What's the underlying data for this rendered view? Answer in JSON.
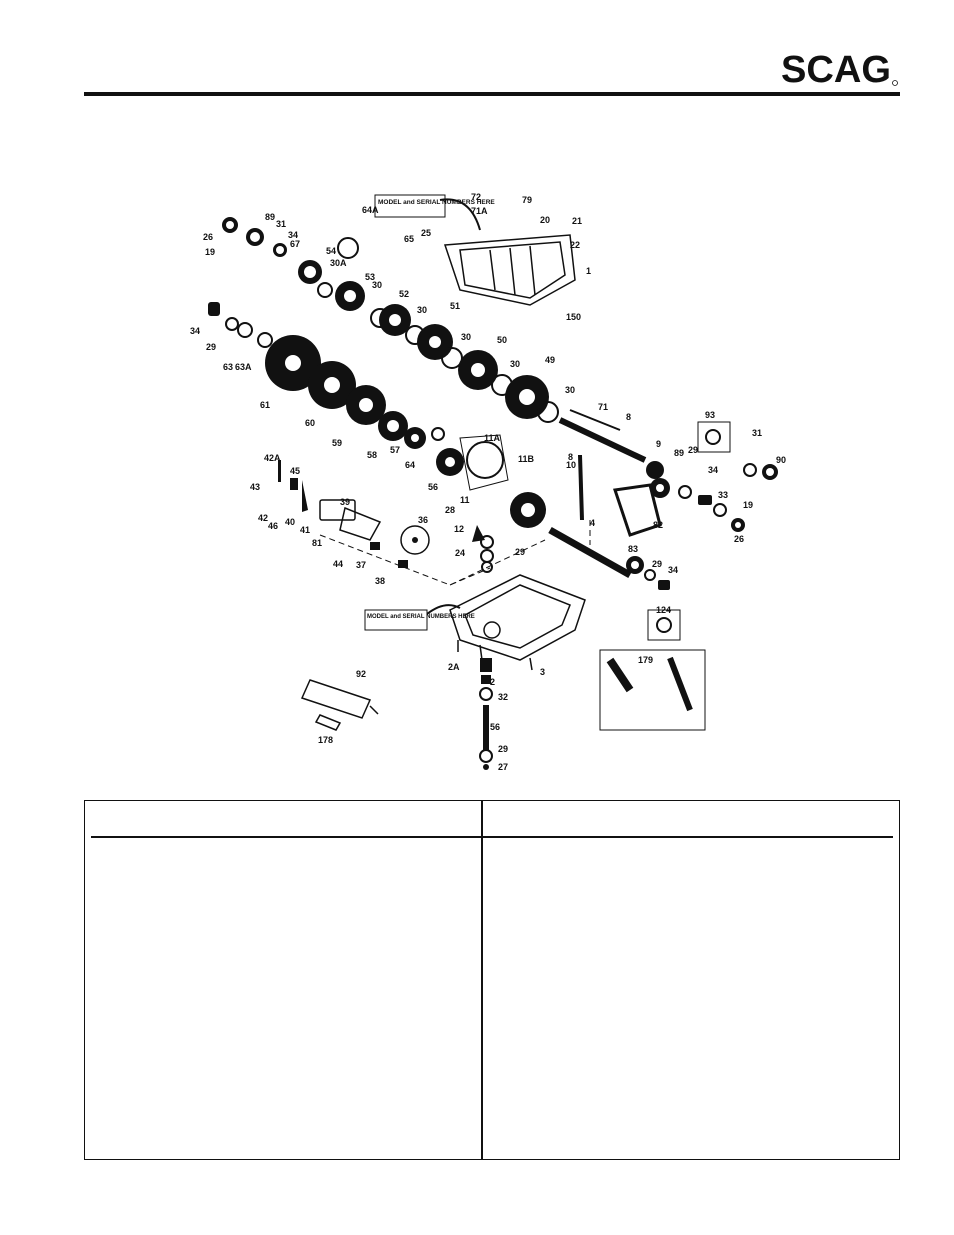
{
  "header": {
    "brand": "SCAG"
  },
  "diagram": {
    "callouts": {
      "model_serial_top": "MODEL and SERIAL NUMBERS HERE",
      "model_serial_bottom": "MODEL and SERIAL NUMBERS HERE"
    },
    "part_labels": [
      "1",
      "2",
      "2A",
      "3",
      "4",
      "8",
      "8",
      "9",
      "10",
      "11",
      "11A",
      "11B",
      "12",
      "19",
      "19",
      "20",
      "21",
      "22",
      "24",
      "25",
      "26",
      "26",
      "27",
      "28",
      "29",
      "29",
      "29",
      "29",
      "29",
      "30",
      "30",
      "30",
      "30",
      "30",
      "30A",
      "31",
      "31",
      "32",
      "33",
      "34",
      "34",
      "34",
      "34",
      "36",
      "37",
      "38",
      "39",
      "40",
      "41",
      "42",
      "42A",
      "43",
      "44",
      "45",
      "46",
      "49",
      "50",
      "51",
      "52",
      "53",
      "54",
      "56",
      "56",
      "57",
      "58",
      "59",
      "60",
      "61",
      "63",
      "63A",
      "64",
      "64A",
      "65",
      "67",
      "71",
      "71A",
      "72",
      "79",
      "81",
      "82",
      "83",
      "89",
      "89",
      "90",
      "92",
      "93",
      "124",
      "150",
      "178",
      "179"
    ]
  },
  "table": {
    "left_header": "",
    "right_header": ""
  }
}
